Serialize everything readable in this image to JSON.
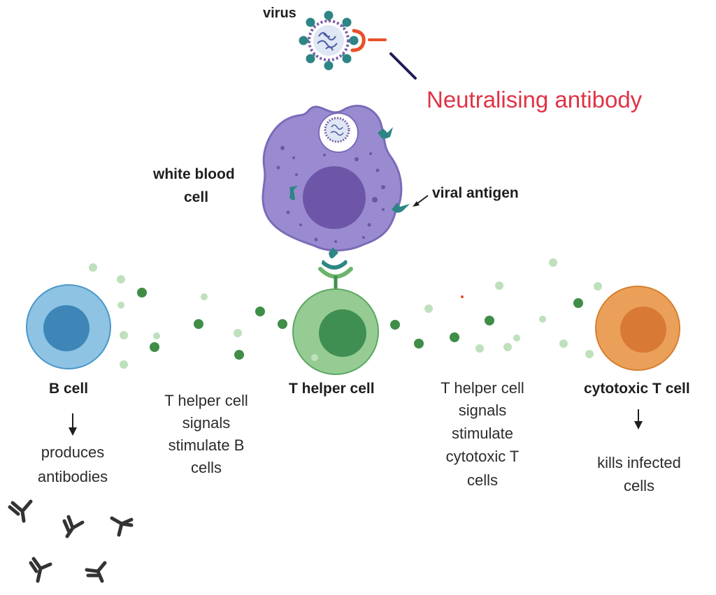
{
  "labels": {
    "virus": "virus",
    "neutralising_antibody": "Neutralising antibody",
    "white_blood_cell_line1": "white blood",
    "white_blood_cell_line2": "cell",
    "viral_antigen": "viral antigen",
    "b_cell": "B cell",
    "t_helper_cell": "T helper cell",
    "cytotoxic_t_cell": "cytotoxic T cell"
  },
  "descriptions": {
    "b_cell_action": [
      "produces",
      "antibodies"
    ],
    "signal_to_b": [
      "T helper cell",
      "signals",
      "stimulate B",
      "cells"
    ],
    "signal_to_cytotoxic": [
      "T helper cell",
      "signals",
      "stimulate",
      "cytotoxic T",
      "cells"
    ],
    "cytotoxic_action": [
      "kills infected",
      "cells"
    ]
  },
  "colors": {
    "b_cell_outer": "#8ec3e3",
    "b_cell_inner": "#3d86b7",
    "t_helper_outer": "#96cc93",
    "t_helper_inner": "#3f8f52",
    "cytotoxic_outer": "#eba05a",
    "cytotoxic_inner": "#d97936",
    "white_blood_cell": "#9a8bd0",
    "white_blood_cell_nucleus": "#6d56a7",
    "antigen": "#2e8585",
    "neutralising_label": "#e03345",
    "signal_dark": "#3f8d47",
    "signal_light": "#bfe0bd"
  },
  "icons": [
    "virus-icon",
    "antibody-icon",
    "antigen-icon",
    "arrow-down-icon"
  ]
}
